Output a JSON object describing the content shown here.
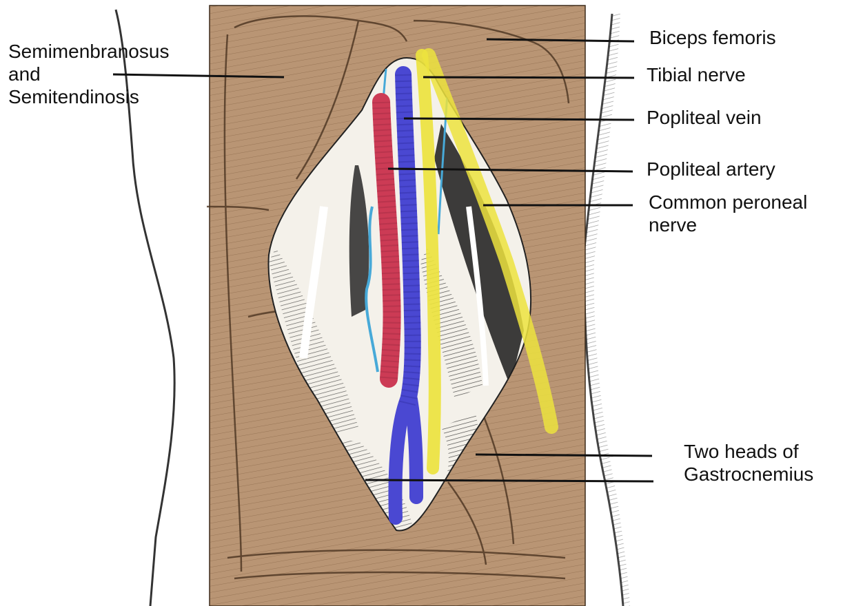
{
  "labels": {
    "semimembranosus": [
      "Semimenbranosus",
      "and",
      "Semitendinosis"
    ],
    "biceps_femoris": "Biceps femoris",
    "tibial_nerve": "Tibial nerve",
    "popliteal_vein": "Popliteal vein",
    "popliteal_artery": "Popliteal artery",
    "common_peroneal_nerve": [
      "Common peroneal",
      "nerve"
    ],
    "gastrocnemius": [
      "Two heads of",
      "Gastrocnemius"
    ]
  },
  "colors": {
    "muscle_fill": "#b99574",
    "fossa_fill": "#f4f1ea",
    "artery": "#cc3b55",
    "vein": "#4a48d2",
    "nerve": "#ece33e",
    "lymph": "#47a9d8",
    "leader_line": "#111111"
  }
}
